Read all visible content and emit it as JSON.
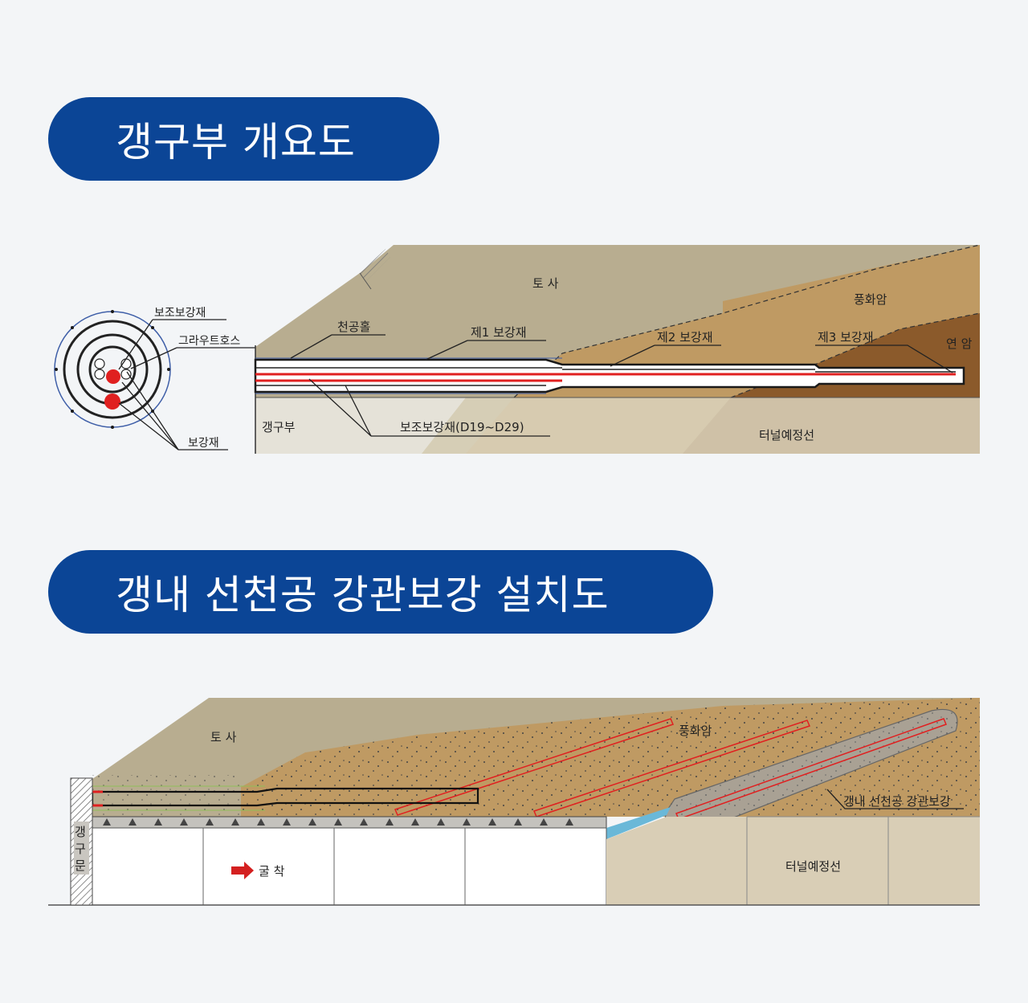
{
  "section1": {
    "title": "갱구부 개요도",
    "labels": {
      "soil": "토 사",
      "weathered_rock": "풍화암",
      "soft_rock": "연 암",
      "borehole": "천공홀",
      "reinforcement_1": "제1 보강재",
      "reinforcement_2": "제2 보강재",
      "reinforcement_3": "제3 보강재",
      "portal": "갱구부",
      "aux_reinforcement": "보조보강재(D19~D29)",
      "tunnel_line": "터널예정선",
      "cs_aux_reinforcement": "보조보강재",
      "cs_grout_hose": "그라우트호스",
      "cs_reinforcement": "보강재"
    }
  },
  "section2": {
    "title": "갱내 선천공 강관보강 설치도",
    "labels": {
      "soil": "토 사",
      "weathered_rock": "풍화암",
      "portal_gate": [
        "갱",
        "구",
        "문"
      ],
      "excavation": "굴 착",
      "pipe_reinforcement": "갱내 선천공 강관보강",
      "tunnel_line": "터널예정선"
    }
  },
  "colors": {
    "pill": "#0b4596",
    "soil": "#b8ad90",
    "weathered": "#bf9a63",
    "soft_rock": "#8b5a2b",
    "rebar": "#e02020",
    "tunnel_fill": "#d9ceb6"
  }
}
